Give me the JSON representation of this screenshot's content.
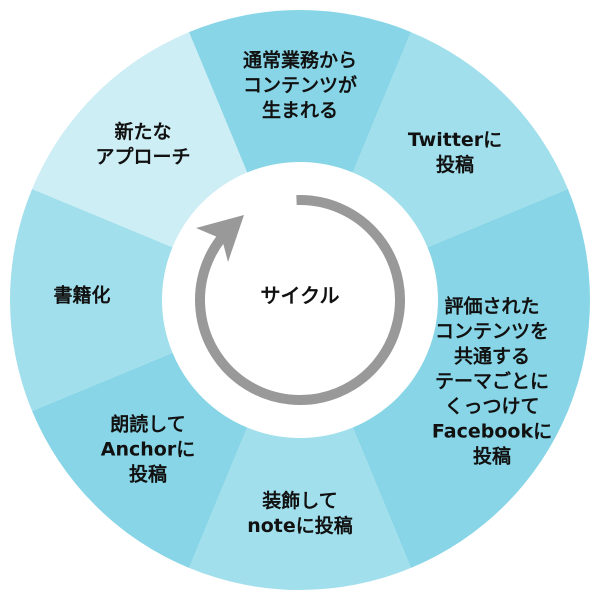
{
  "center_label": "サイクル",
  "colors": {
    "dark": "#87d5e6",
    "light": "#a1dfec",
    "lightest": "#cdeef5",
    "arrow": "#999999"
  },
  "segments": [
    {
      "label": "通常業務から\nコンテンツが\n生まれる",
      "tone": "dark"
    },
    {
      "label": "Twitterに\n投稿",
      "tone": "light"
    },
    {
      "label": "評価された\nコンテンツを\n共通する\nテーマごとに\nくっつけて\nFacebookに\n投稿",
      "tone": "dark"
    },
    {
      "label": "装飾して\nnoteに投稿",
      "tone": "light"
    },
    {
      "label": "朗読して\nAnchorに\n投稿",
      "tone": "dark"
    },
    {
      "label": "書籍化",
      "tone": "light"
    },
    {
      "label": "新たな\nアプローチ",
      "tone": "lightest"
    }
  ]
}
